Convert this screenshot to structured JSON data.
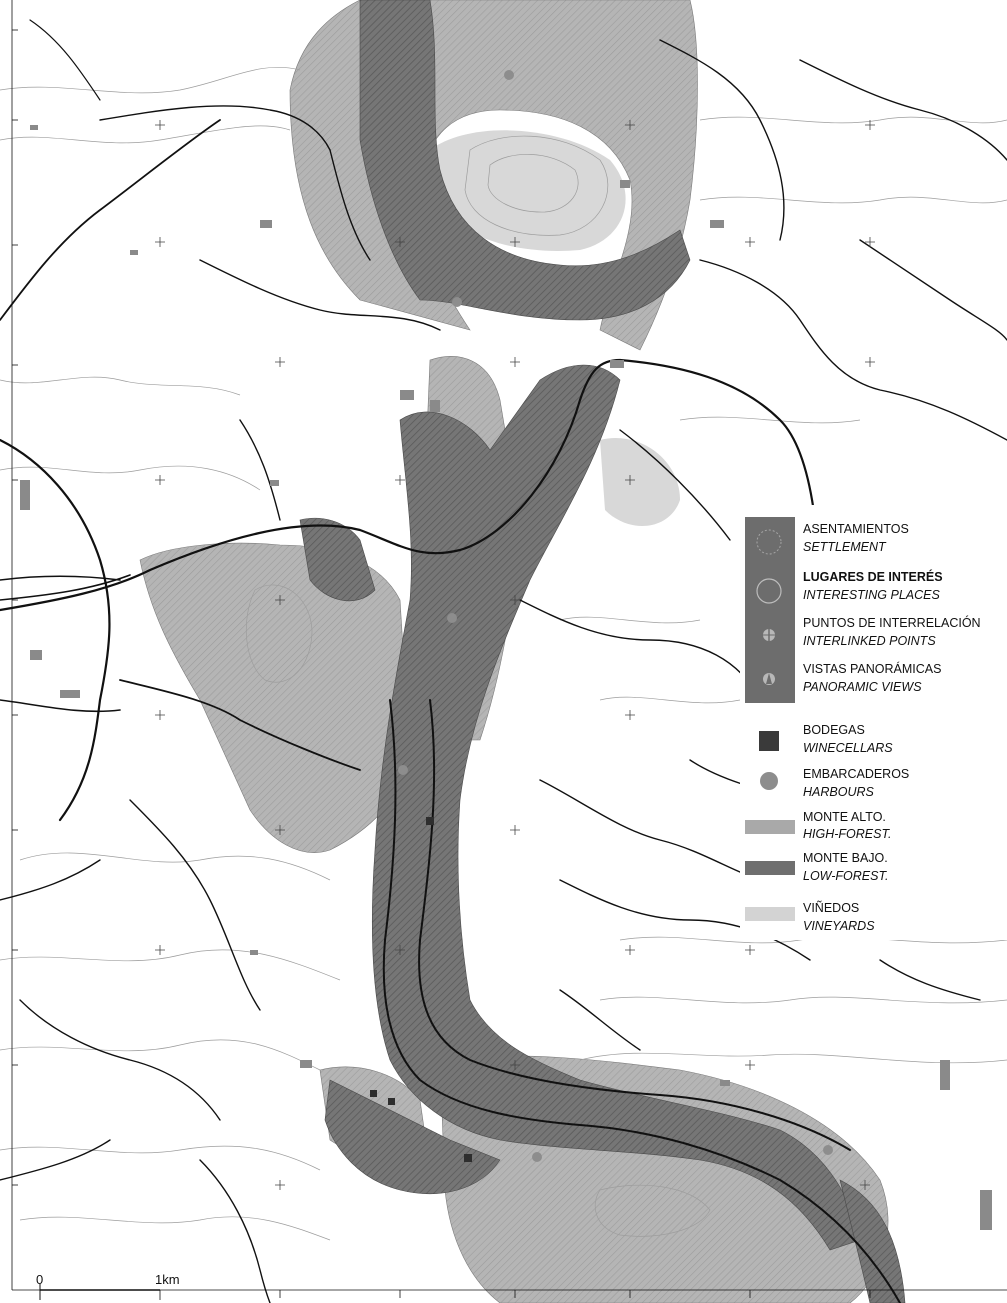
{
  "colors": {
    "background": "#ffffff",
    "road": "#111111",
    "contour": "#9a9a9a",
    "high_forest": "#a9a9a9",
    "low_forest": "#6f6f6f",
    "vineyards": "#d3d3d3",
    "settlement_fill": "#909090",
    "legend_box": "#6d6d6d",
    "winecellar": "#3a3a3a",
    "harbour": "#8d8d8d"
  },
  "legend": {
    "group_icons": [
      "dotted-circle-icon",
      "circle-outline-icon",
      "split-circle-icon",
      "view-cone-icon"
    ],
    "settlement": {
      "label": "ASENTAMIENTOS",
      "sublabel": "SETTLEMENT"
    },
    "interesting_places": {
      "label": "LUGARES DE INTERÉS",
      "sublabel": "INTERESTING PLACES"
    },
    "interlinked_points": {
      "label": "PUNTOS DE INTERRELACIÓN",
      "sublabel": "INTERLINKED POINTS"
    },
    "panoramic_views": {
      "label": "VISTAS PANORÁMICAS",
      "sublabel": "PANORAMIC VIEWS"
    },
    "winecellars": {
      "label": "BODEGAS",
      "sublabel": "WINECELLARS",
      "icon": "square-icon"
    },
    "harbours": {
      "label": "EMBARCADEROS",
      "sublabel": "HARBOURS",
      "icon": "circle-icon"
    },
    "high_forest": {
      "label": "MONTE ALTO.",
      "sublabel": "HIGH-FOREST.",
      "icon": "bar-swatch-icon"
    },
    "low_forest": {
      "label": "MONTE BAJO.",
      "sublabel": "LOW-FOREST.",
      "icon": "bar-swatch-icon"
    },
    "vineyards": {
      "label": "VIÑEDOS",
      "sublabel": "VINEYARDS",
      "icon": "bar-swatch-icon"
    }
  },
  "scale_bar": {
    "start_label": "0",
    "end_label": "1km"
  }
}
